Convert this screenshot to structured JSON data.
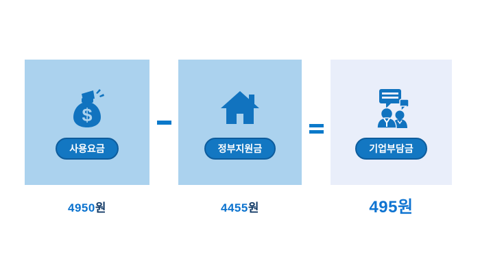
{
  "formula": {
    "items": [
      {
        "name": "usage-fee",
        "icon": "money-bag-icon",
        "label": "사용요금",
        "amount": "4950",
        "currency": "원"
      },
      {
        "name": "government-subsidy",
        "icon": "house-icon",
        "label": "정부지원금",
        "amount": "4455",
        "currency": "원"
      },
      {
        "name": "company-burden",
        "icon": "people-chat-icon",
        "label": "기업부담금",
        "amount": "495",
        "currency": "원"
      }
    ],
    "operators": [
      {
        "name": "minus",
        "symbol": "−"
      },
      {
        "name": "equals",
        "symbol": "="
      }
    ]
  },
  "colors": {
    "panel_blue": "#abd2ee",
    "panel_light": "#e9eefa",
    "accent_blue": "#1173bf",
    "pill_border": "#0e5c9c",
    "operator_blue": "#0b79ca",
    "amount_blue": "#0a72ce",
    "amount_dark_navy": "#123a66",
    "result_blue": "#0f74d1"
  }
}
